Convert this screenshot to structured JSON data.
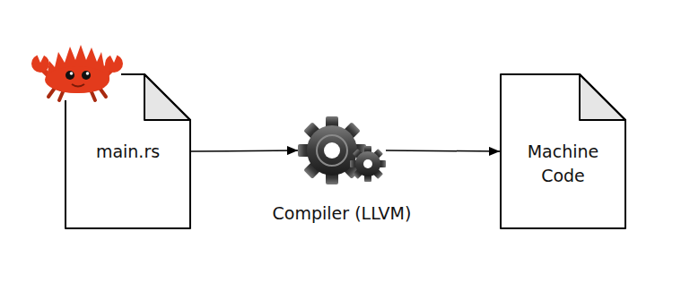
{
  "diagram": {
    "nodes": [
      {
        "text": [
          "main.rs"
        ]
      },
      {
        "text": [
          "Compiler (LLVM)"
        ]
      },
      {
        "text": [
          "Machine Code"
        ]
      }
    ],
    "edges": [
      {
        "from": 0,
        "to": 1,
        "arrow": "to"
      },
      {
        "from": 1,
        "to": 2,
        "arrow": "to"
      }
    ]
  }
}
